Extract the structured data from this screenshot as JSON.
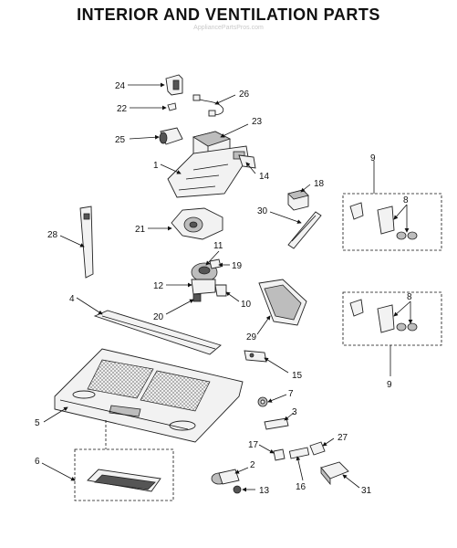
{
  "title": "INTERIOR AND VENTILATION PARTS",
  "watermark": "AppliancePartsPros.com",
  "callouts": {
    "c1": "1",
    "c2": "2",
    "c3": "3",
    "c4": "4",
    "c5": "5",
    "c6": "6",
    "c7": "7",
    "c8a": "8",
    "c8b": "8",
    "c9a": "9",
    "c9b": "9",
    "c10": "10",
    "c11": "11",
    "c12": "12",
    "c13": "13",
    "c14": "14",
    "c15": "15",
    "c16": "16",
    "c17": "17",
    "c18": "18",
    "c19": "19",
    "c20": "20",
    "c21": "21",
    "c22": "22",
    "c23": "23",
    "c24": "24",
    "c25": "25",
    "c26": "26",
    "c27": "27",
    "c28": "28",
    "c29": "29",
    "c30": "30",
    "c31": "31"
  }
}
